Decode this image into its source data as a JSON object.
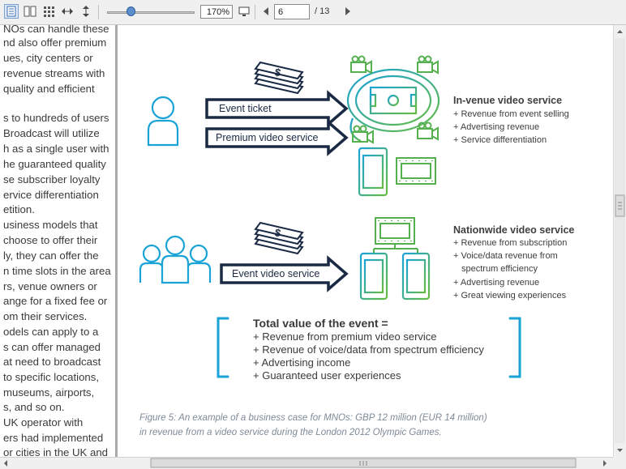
{
  "toolbar": {
    "zoom": "170%",
    "page_current": "6",
    "page_total": "/ 13",
    "zoom_slider_level": 0.26
  },
  "left_page": {
    "lines": [
      "NOs can handle these",
      "nd also offer premium",
      "ues, city centers or",
      "revenue streams with",
      "quality and efficient",
      "",
      "s to hundreds of users",
      " Broadcast will utilize",
      "h as a single user with",
      "he guaranteed quality",
      "se subscriber loyalty",
      "ervice differentiation",
      "etition.",
      "usiness models that",
      " choose to offer their",
      "ly, they can offer the",
      "n time slots in the area",
      "rs, venue owners or",
      "ange for a fixed fee or",
      "om their services.",
      "odels can apply to a",
      "s can offer managed",
      "at need to broadcast",
      " to specific locations,",
      " museums, airports,",
      "s, and so on.",
      " UK operator with",
      "ers had implemented",
      "or cities in the UK and"
    ]
  },
  "figure": {
    "arrows": {
      "event_ticket": "Event ticket",
      "premium_video": "Premium video service",
      "event_video": "Event video service"
    },
    "in_venue": {
      "title": "In-venue video service",
      "items": [
        "Revenue from event selling",
        "Advertising revenue",
        "Service differentiation"
      ]
    },
    "nationwide": {
      "title": "Nationwide video service",
      "items": [
        "Revenue from subscription",
        "Voice/data revenue from",
        "spectrum efficiency",
        "Advertising revenue",
        "Great viewing experiences"
      ]
    },
    "total": {
      "title": "Total value of the event =",
      "items": [
        "Revenue from premium video service",
        "Revenue of voice/data from spectrum efficiency",
        "Advertising income",
        "Guaranteed user experiences"
      ]
    },
    "caption": [
      "Figure 5: An example of a business case for MNOs: GBP 12 million (EUR 14 million)",
      "in revenue from a video service during the London 2012 Olympic Games."
    ]
  },
  "colors": {
    "navy": "#1b2a44",
    "cyan": "#1aa3d6",
    "green": "#5cb85c"
  }
}
